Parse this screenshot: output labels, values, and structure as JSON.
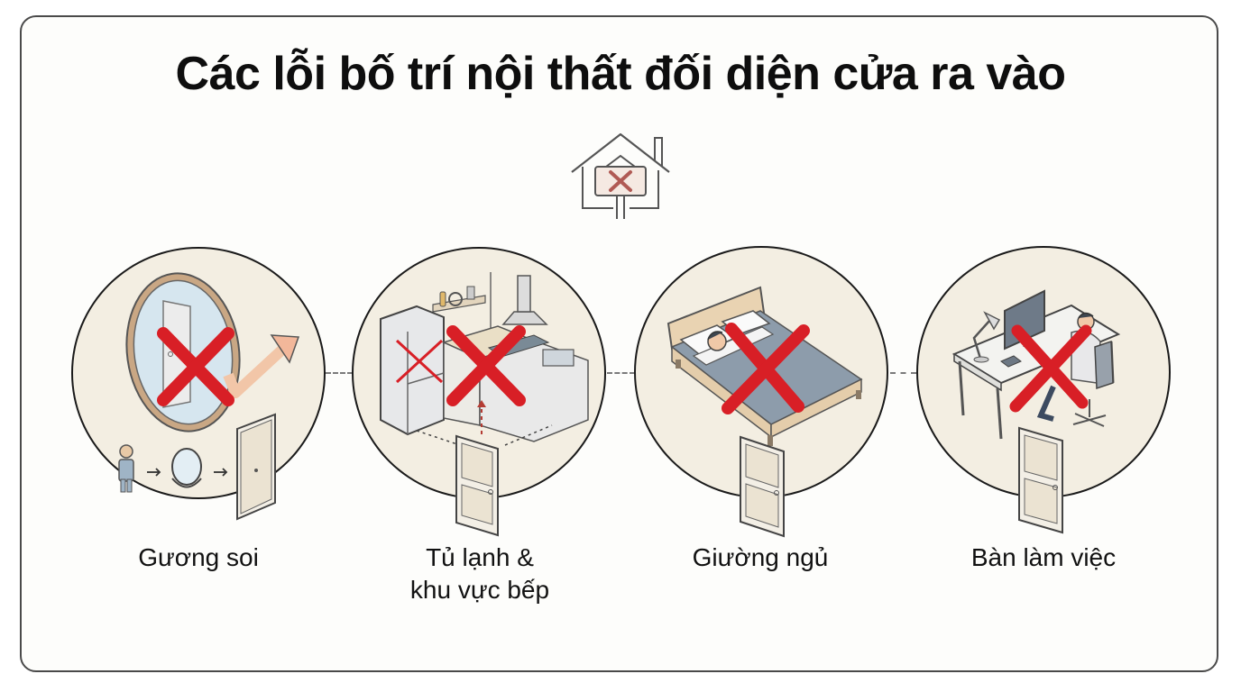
{
  "title": "Các lỗi bố trí nội thất đối diện cửa ra vào",
  "header_icon": "house-with-x-sign-icon",
  "colors": {
    "frame_border": "#4a4a4a",
    "circle_fill": "#f3eee2",
    "cross_red": "#d81f26",
    "text": "#111111"
  },
  "items": [
    {
      "label": "Gương soi",
      "icon": "mirror-facing-door-icon",
      "extra_icons": [
        "person-icon",
        "arrow-right-icon",
        "small-mirror-icon",
        "door-icon",
        "reflection-arrow-icon"
      ]
    },
    {
      "label_line1": "Tủ lạnh &",
      "label_line2": "khu vực bếp",
      "icon": "fridge-kitchen-icon",
      "extra_icons": [
        "door-icon",
        "dotted-arrow-up-icon"
      ]
    },
    {
      "label": "Giường ngủ",
      "icon": "bed-icon",
      "extra_icons": [
        "door-icon"
      ]
    },
    {
      "label": "Bàn làm việc",
      "icon": "desk-workstation-icon",
      "extra_icons": [
        "door-icon"
      ]
    }
  ]
}
